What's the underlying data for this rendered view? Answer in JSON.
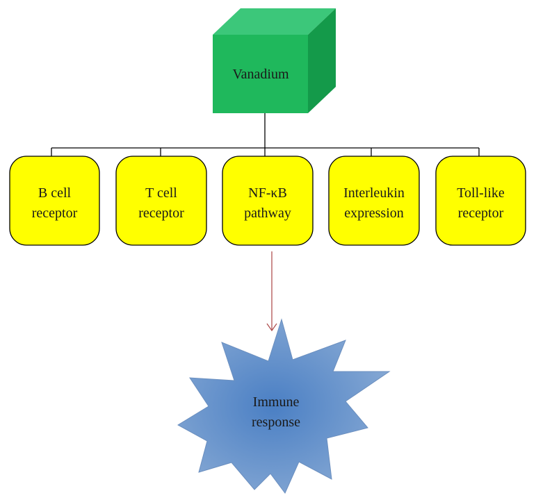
{
  "source": {
    "label": "Vanadium",
    "colors": {
      "front": "#1fb85c",
      "top": "#3cc77a",
      "side": "#149a4a"
    }
  },
  "targets": [
    {
      "lines": [
        "B cell",
        "receptor"
      ]
    },
    {
      "lines": [
        "T cell",
        "receptor"
      ]
    },
    {
      "lines": [
        "NF-κB",
        "pathway"
      ]
    },
    {
      "lines": [
        "Interleukin",
        "expression"
      ]
    },
    {
      "lines": [
        "Toll-like",
        "receptor"
      ]
    }
  ],
  "target_colors": {
    "fill": "#ffff00",
    "stroke": "#000000"
  },
  "outcome": {
    "lines": [
      "Immune",
      "response"
    ],
    "colors": {
      "center": "#4a7fc4",
      "edge": "#87a9d4",
      "stroke": "#6b8fbf"
    }
  },
  "arrow_color": "#b05050",
  "connector_color": "#000000"
}
